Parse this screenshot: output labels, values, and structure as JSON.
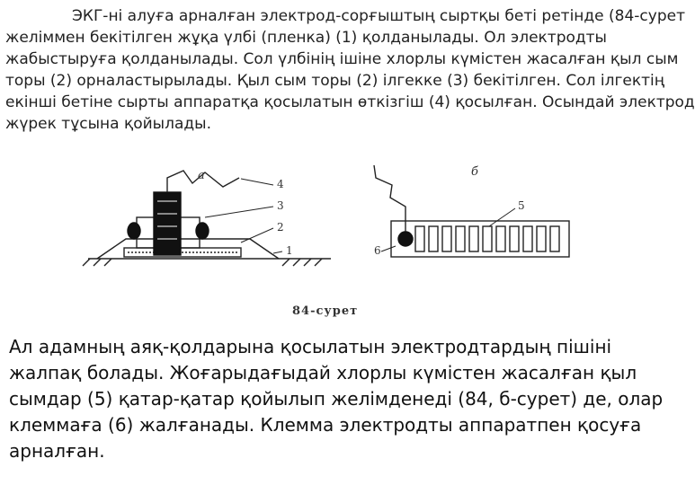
{
  "top_paragraph": {
    "lines": [
      "ЭКГ-ні алуға арналған электрод-сорғыштың сыртқы беті ретінде (84-сурет",
      "желіммен бекітілген жұқа үлбі (пленка) (1) қолданылады. Ол электродты",
      "жабыстыруға қолданылады. Сол үлбінің ішіне хлорлы күмістен жасалған қыл сым",
      "торы (2) орналастырылады. Қыл сым торы (2) ілгекке (3) бекітілген. Сол ілгектің",
      "екінші бетіне сырты аппаратқа қосылатын өткізгіш (4) қосылған. Осындай электрод",
      "жүрек тұсына қойылады."
    ]
  },
  "figure": {
    "label_a": "а",
    "label_b": "б",
    "parts_a": [
      "4",
      "3",
      "2",
      "1"
    ],
    "parts_b": [
      "5",
      "6"
    ],
    "caption": "84-сурет"
  },
  "bottom_paragraph": {
    "lines": [
      "Ал адамның аяқ-қолдарына қосылатын электродтардың пішіні",
      "жалпақ болады. Жоғарыдағыдай хлорлы күмістен жасалған қыл",
      "сымдар (5) қатар-қатар қойылып желімденеді (84, б-сурет) де, олар",
      "клеммаға (6) жалғанады. Клемма электродты аппаратпен қосуға",
      "арналған."
    ]
  }
}
